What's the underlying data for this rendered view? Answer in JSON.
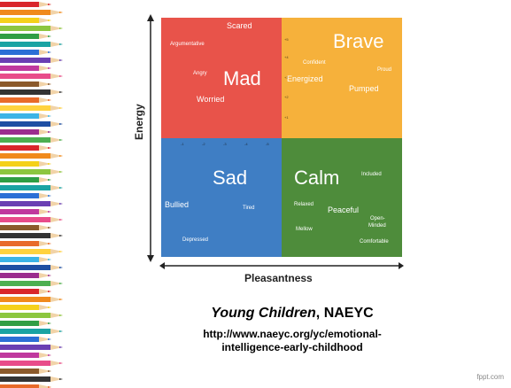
{
  "axes": {
    "y_label": "Energy",
    "x_label": "Pleasantness"
  },
  "quadrants": {
    "mad": {
      "title": "Mad",
      "color": "#e8534a",
      "words": [
        "Scared",
        "Argumentative",
        "Angry",
        "Worried"
      ]
    },
    "brave": {
      "title": "Brave",
      "color": "#f6b13b",
      "words": [
        "Confident",
        "Proud",
        "Energized",
        "Pumped"
      ]
    },
    "sad": {
      "title": "Sad",
      "color": "#3f7ec4",
      "words": [
        "Bullied",
        "Tired",
        "Depressed"
      ]
    },
    "calm": {
      "title": "Calm",
      "color": "#4e8c3b",
      "words": [
        "Included",
        "Relaxed",
        "Peaceful",
        "Open-",
        "Minded",
        "Mellow",
        "Comfortable"
      ]
    }
  },
  "ticks": {
    "positive": [
      "+5",
      "+4",
      "+3",
      "+2",
      "+1"
    ],
    "negative": [
      "-1",
      "-2",
      "-3",
      "-4",
      "-5"
    ]
  },
  "caption": {
    "journal": "Young Children",
    "publisher": ", NAEYC",
    "url_line1": "http://www.naeyc.org/yc/emotional-",
    "url_line2": "intelligence-early-childhood"
  },
  "watermark": "fppt.com"
}
